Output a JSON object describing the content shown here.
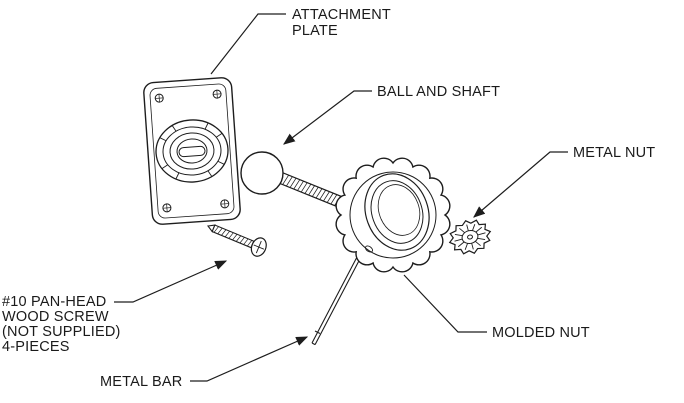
{
  "diagram": {
    "title_hint": "exploded assembly diagram",
    "colors": {
      "background": "#ffffff",
      "line": "#1d1d1d"
    },
    "labels": {
      "attachment_plate_1": "ATTACHMENT",
      "attachment_plate_2": "PLATE",
      "ball_and_shaft": "BALL AND SHAFT",
      "metal_nut": "METAL NUT",
      "molded_nut": "MOLDED NUT",
      "wood_screw_1": "#10 PAN-HEAD",
      "wood_screw_2": "WOOD SCREW",
      "wood_screw_3": "(NOT SUPPLIED)",
      "wood_screw_4": "4-PIECES",
      "metal_bar": "METAL BAR"
    }
  }
}
